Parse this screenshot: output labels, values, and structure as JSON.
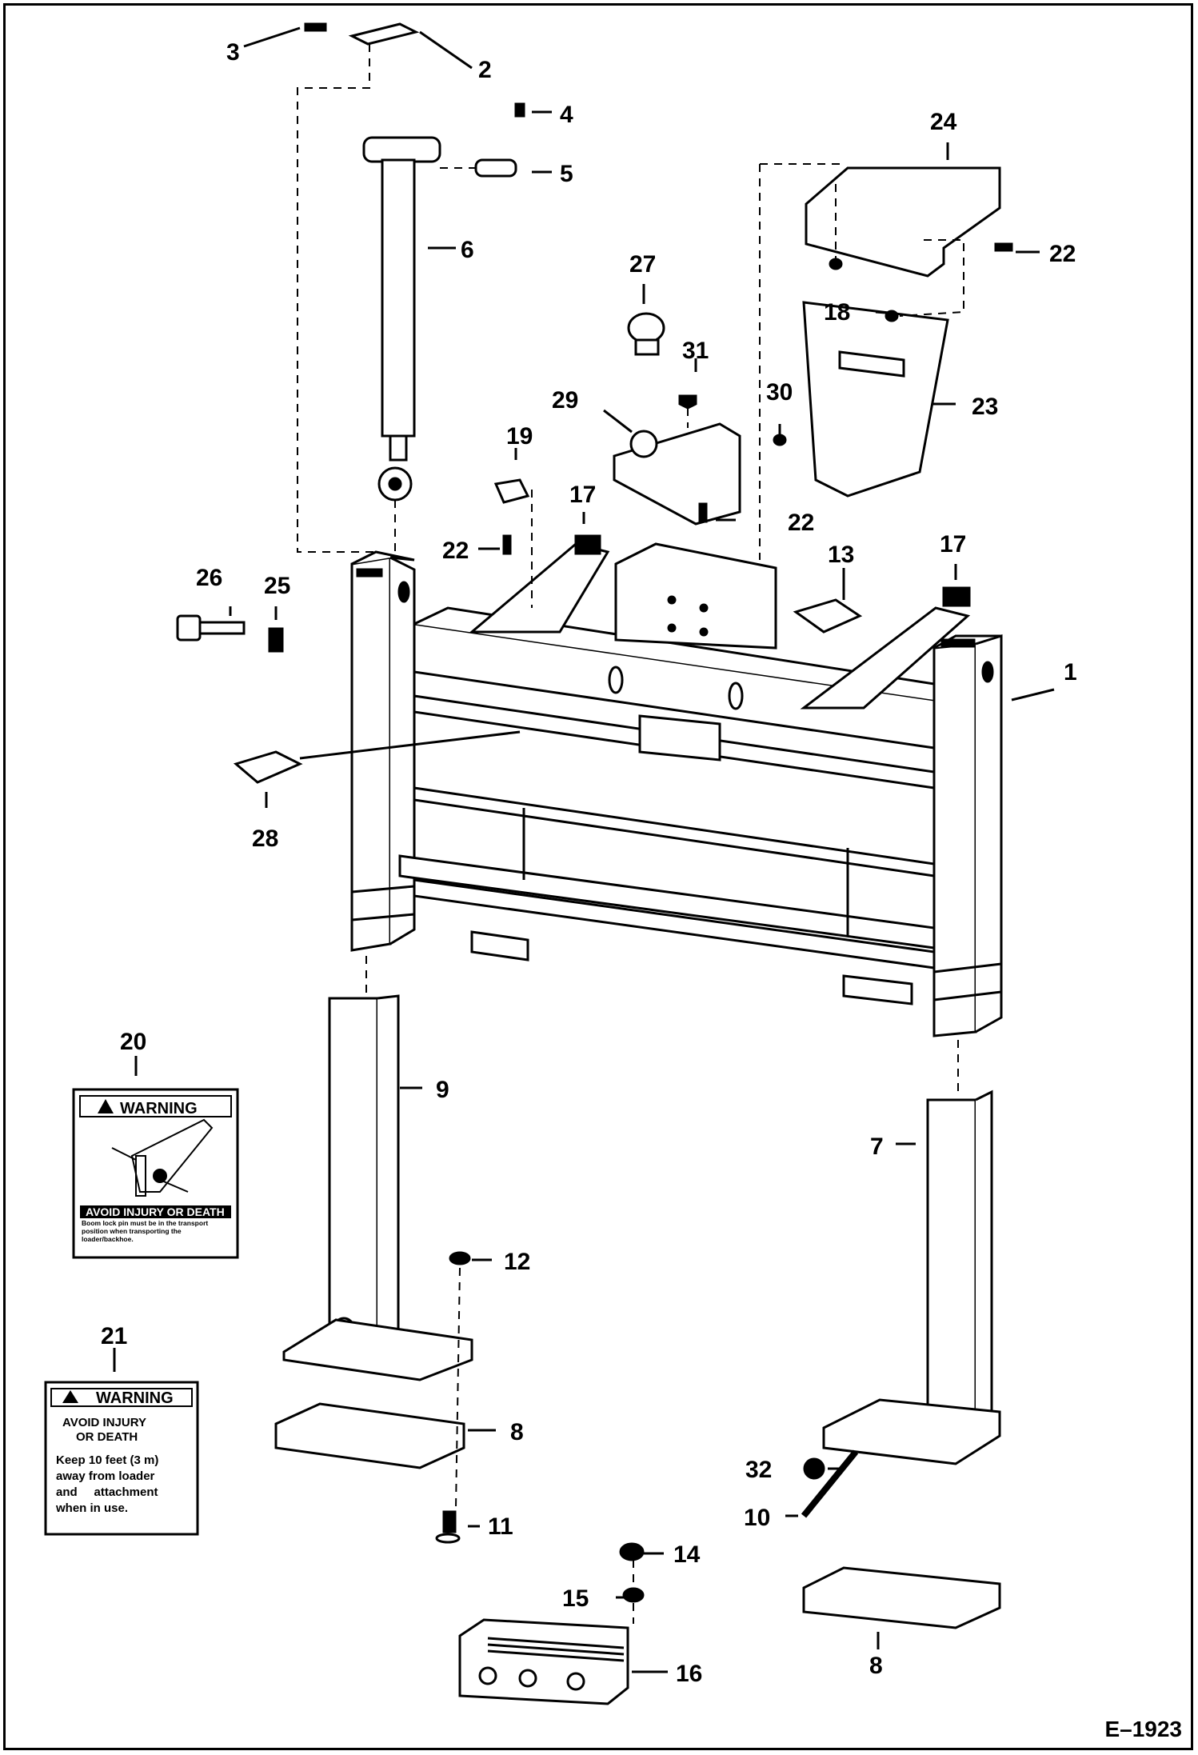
{
  "callouts": [
    "1",
    "2",
    "3",
    "4",
    "5",
    "6",
    "7",
    "8",
    "8",
    "9",
    "10",
    "11",
    "12",
    "13",
    "14",
    "15",
    "16",
    "17",
    "17",
    "18",
    "19",
    "20",
    "21",
    "22",
    "22",
    "22",
    "23",
    "24",
    "25",
    "26",
    "27",
    "28",
    "29",
    "30",
    "31",
    "32"
  ],
  "decal20": {
    "heading": "WARNING",
    "footer_title": "AVOID INJURY OR DEATH",
    "footer_text": "Boom lock pin must be in the transport position when transporting the loader/backhoe."
  },
  "decal21": {
    "heading": "WARNING",
    "title_line1": "AVOID INJURY",
    "title_line2": "OR DEATH",
    "body_lines": [
      "Keep 10 feet (3 m)",
      "away  from  loader",
      "and     attachment",
      "when in use."
    ]
  },
  "figure_code": "E–1923"
}
